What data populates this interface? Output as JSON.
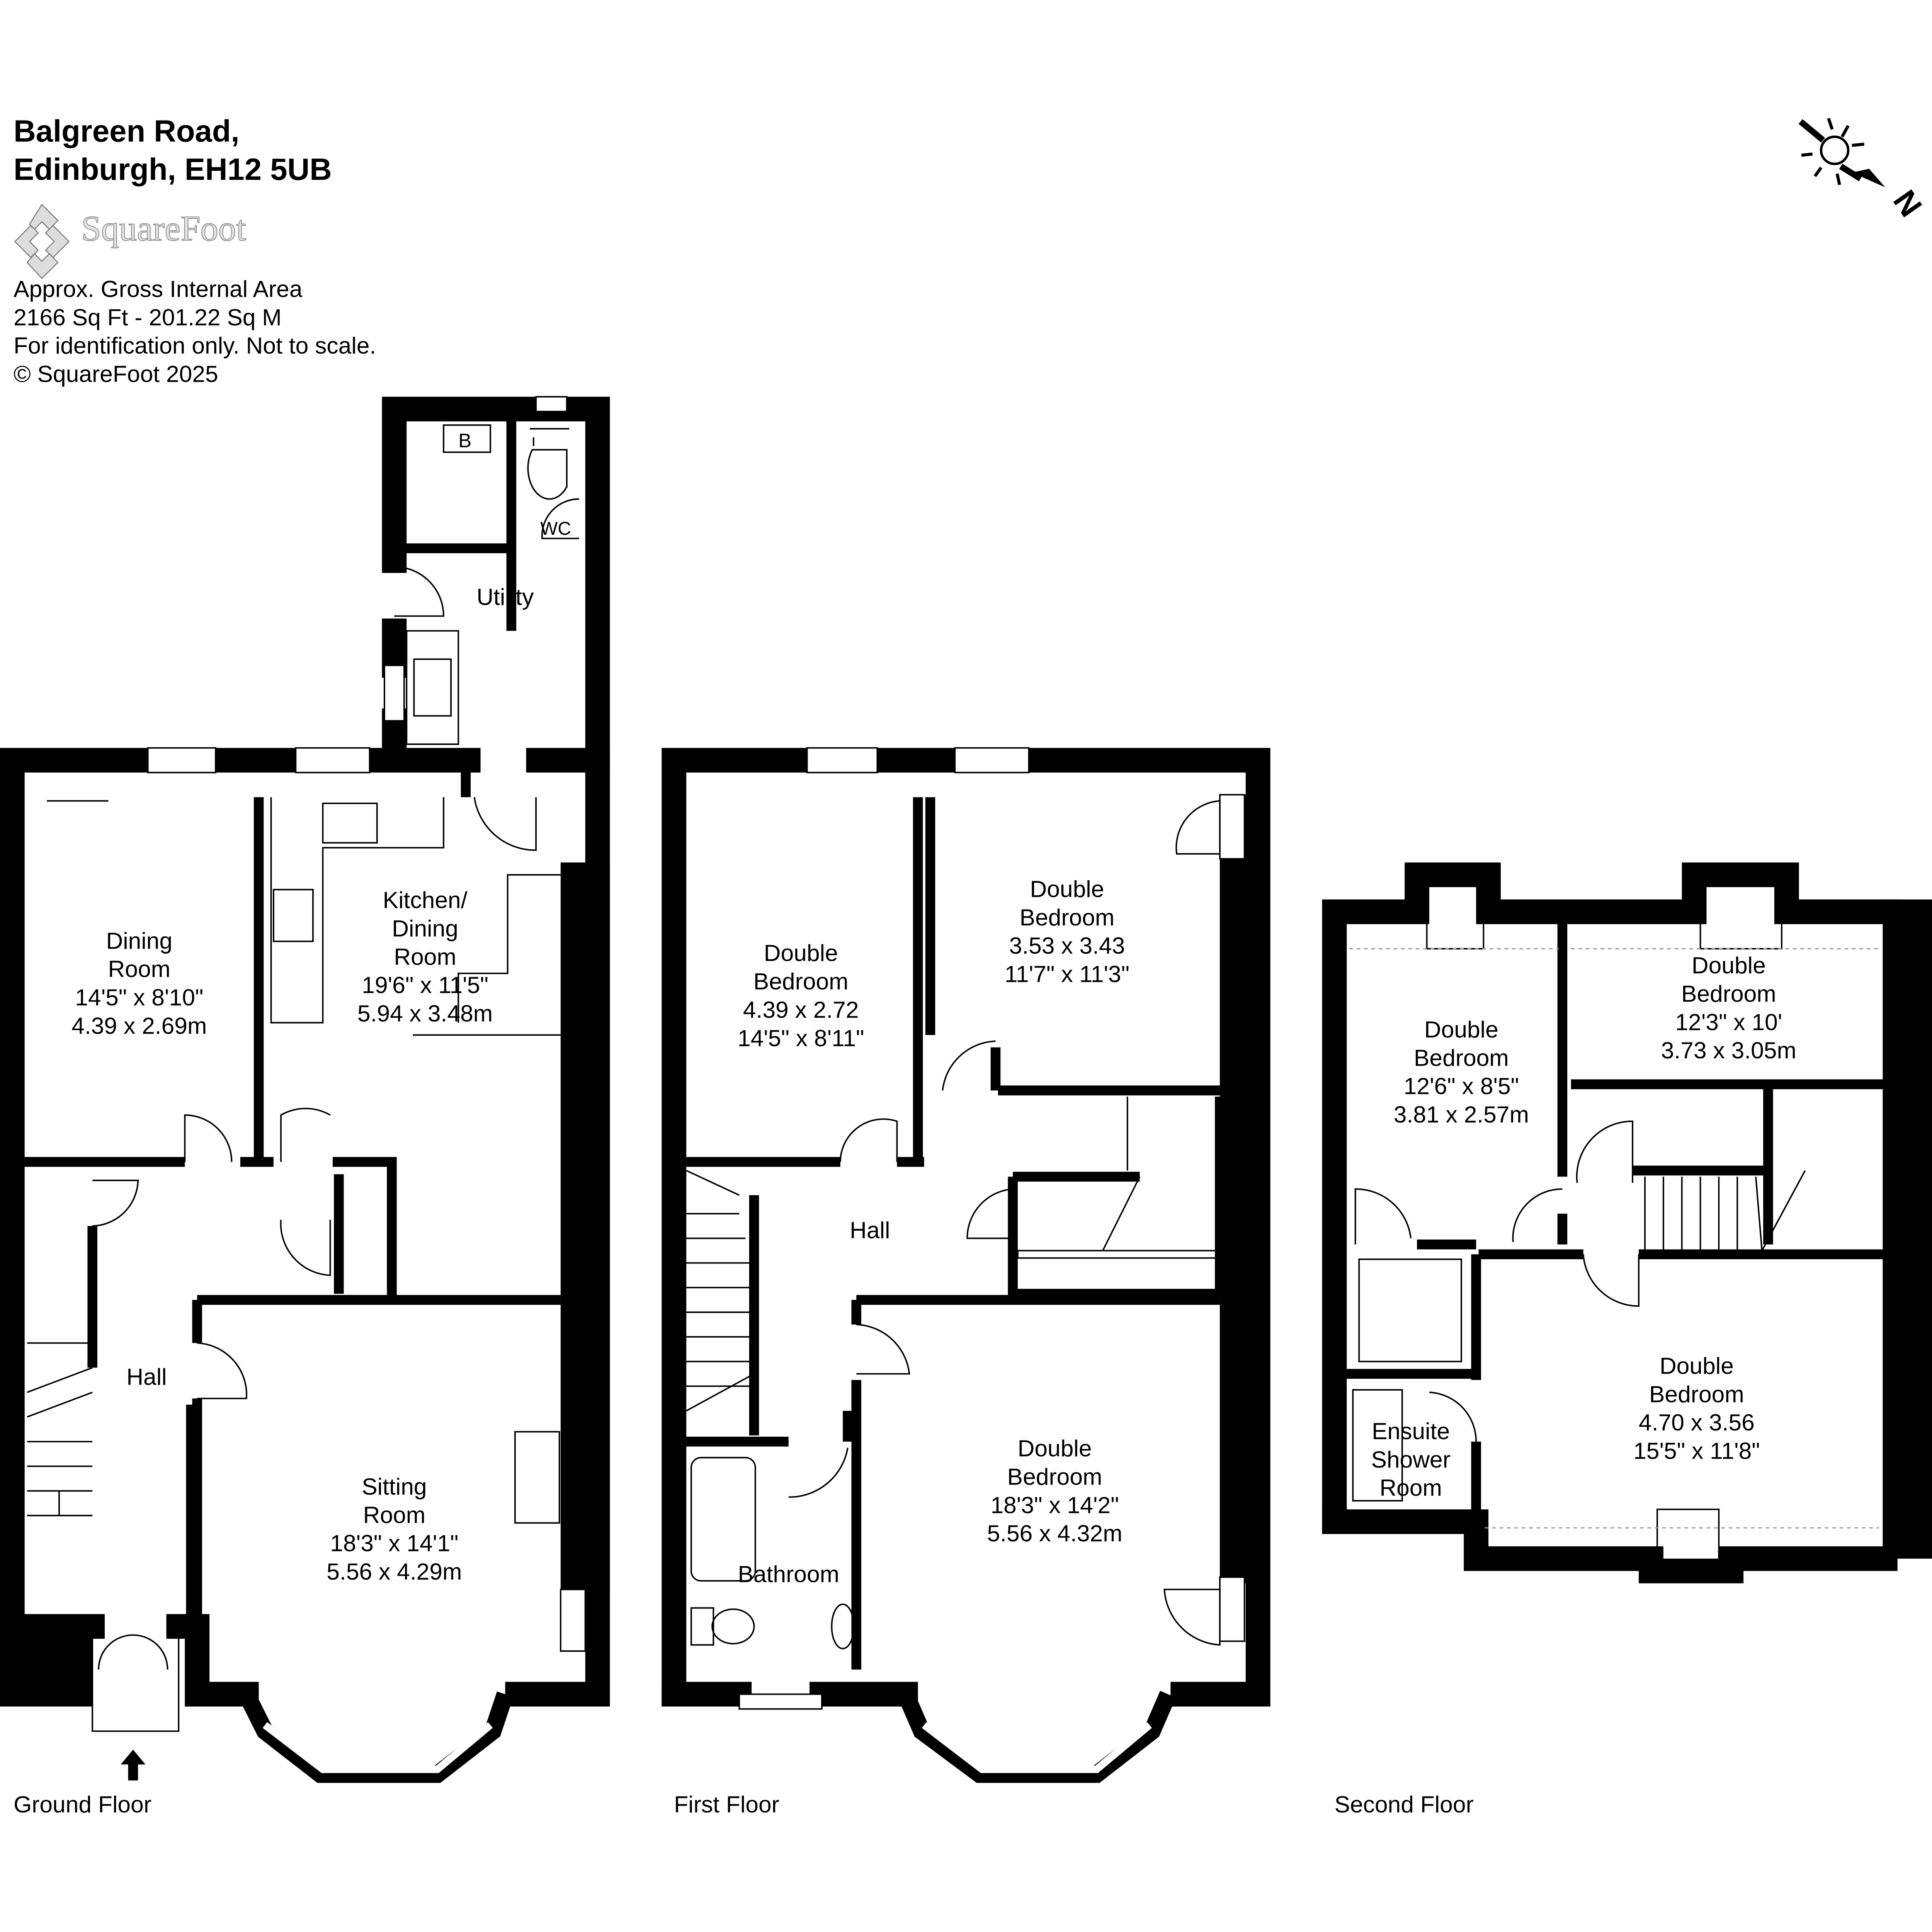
{
  "header": {
    "address_line1": "Balgreen Road,",
    "address_line2": "Edinburgh, EH12 5UB",
    "logo_text": "SquareFoot"
  },
  "info": {
    "line1": "Approx. Gross Internal Area",
    "line2": "2166 Sq Ft  -  201.22 Sq M",
    "line3": "For identification only. Not to scale.",
    "line4": "© SquareFoot 2025"
  },
  "compass": {
    "label": "N",
    "icon": "sun-north-arrow-icon"
  },
  "floors": {
    "ground": {
      "label": "Ground Floor",
      "rooms": {
        "dining": [
          "Dining",
          "Room",
          "14'5\" x 8'10\"",
          "4.39 x 2.69m"
        ],
        "kitchen": [
          "Kitchen/",
          "Dining",
          "Room",
          "19'6\" x 11'5\"",
          "5.94 x 3.48m"
        ],
        "utility": [
          "Utility"
        ],
        "wc": [
          "WC"
        ],
        "boiler": [
          "B"
        ],
        "hall": [
          "Hall"
        ],
        "sitting": [
          "Sitting",
          "Room",
          "18'3\" x 14'1\"",
          "5.56 x 4.29m"
        ]
      }
    },
    "first": {
      "label": "First Floor",
      "rooms": {
        "bed1": [
          "Double",
          "Bedroom",
          "4.39 x 2.72",
          "14'5\" x 8'11\""
        ],
        "bed2": [
          "Double",
          "Bedroom",
          "3.53 x 3.43",
          "11'7\" x 11'3\""
        ],
        "hall": [
          "Hall"
        ],
        "bathroom": [
          "Bathroom"
        ],
        "bed3": [
          "Double",
          "Bedroom",
          "18'3\" x 14'2\"",
          "5.56 x 4.32m"
        ]
      }
    },
    "second": {
      "label": "Second Floor",
      "rooms": {
        "bed1": [
          "Double",
          "Bedroom",
          "12'6\" x 8'5\"",
          "3.81 x 2.57m"
        ],
        "bed2": [
          "Double",
          "Bedroom",
          "12'3\" x 10'",
          "3.73 x 3.05m"
        ],
        "bed3": [
          "Double",
          "Bedroom",
          "4.70 x 3.56",
          "15'5\" x 11'8\""
        ],
        "ensuite": [
          "Ensuite",
          "Shower",
          "Room"
        ]
      }
    }
  }
}
